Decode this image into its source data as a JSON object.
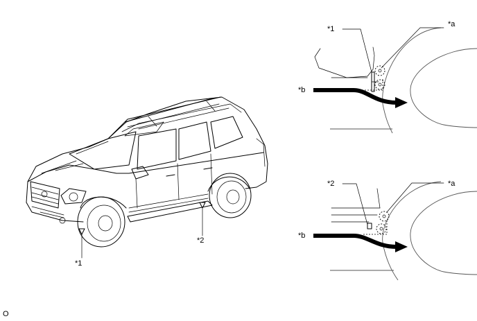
{
  "labels": {
    "car_marker_1": "*1",
    "car_marker_2": "*2",
    "top_detail_marker": "*1",
    "top_detail_a": "*a",
    "top_detail_b": "*b",
    "bottom_detail_marker": "*2",
    "bottom_detail_a": "*a",
    "bottom_detail_b": "*b",
    "footer_code": "O"
  }
}
